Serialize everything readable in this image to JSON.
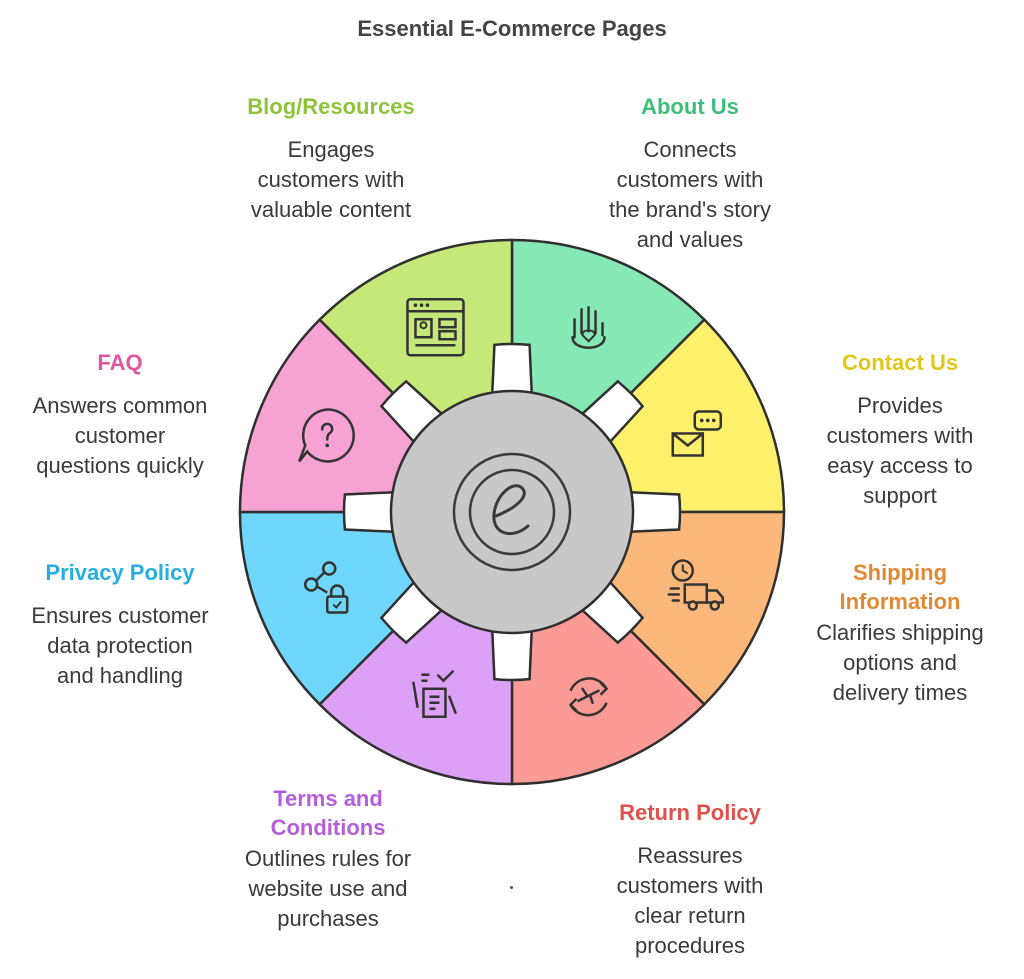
{
  "title": "Essential E-Commerce Pages",
  "center_icon": "e-commerce-e-icon",
  "sections": [
    {
      "id": "about",
      "heading": "About Us",
      "description": "Connects\ncustomers with\nthe brand's story\nand values",
      "color": "#86e8b4",
      "heading_color": "#3dbf7b",
      "icon": "hand-heart-icon"
    },
    {
      "id": "contact",
      "heading": "Contact Us",
      "description": "Provides\ncustomers with\neasy access to\nsupport",
      "color": "#fdf06b",
      "heading_color": "#e0c81a",
      "icon": "envelope-chat-icon"
    },
    {
      "id": "shipping",
      "heading": "Shipping\nInformation",
      "description": "Clarifies shipping\noptions and\ndelivery times",
      "color": "#fbb87a",
      "heading_color": "#e08a35",
      "icon": "delivery-truck-clock-icon"
    },
    {
      "id": "return",
      "heading": "Return Policy",
      "description": "Reassures\ncustomers with\nclear return\nprocedures",
      "color": "#fc9b96",
      "heading_color": "#e0514d",
      "icon": "return-plane-icon"
    },
    {
      "id": "terms",
      "heading": "Terms and\nConditions",
      "description": "Outlines rules for\nwebsite use and\npurchases",
      "color": "#dca1f7",
      "heading_color": "#b35fd8",
      "icon": "document-sign-icon"
    },
    {
      "id": "privacy",
      "heading": "Privacy Policy",
      "description": "Ensures customer\ndata protection\nand handling",
      "color": "#6fd7fb",
      "heading_color": "#27aede",
      "icon": "share-lock-icon"
    },
    {
      "id": "faq",
      "heading": "FAQ",
      "description": "Answers common\ncustomer\nquestions quickly",
      "color": "#f6a3d3",
      "heading_color": "#e0569e",
      "icon": "question-bubble-icon"
    },
    {
      "id": "blog",
      "heading": "Blog/Resources",
      "description": "Engages\ncustomers with\nvaluable content",
      "color": "#c5e878",
      "heading_color": "#8fc43a",
      "icon": "browser-layout-icon"
    }
  ]
}
